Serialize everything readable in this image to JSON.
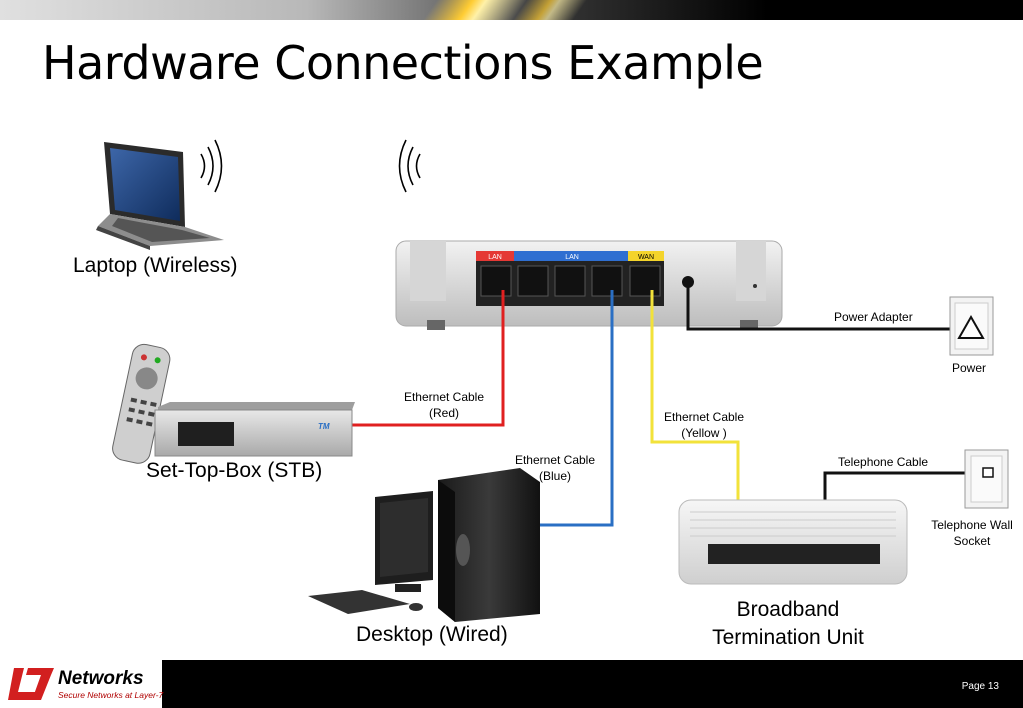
{
  "slide": {
    "title": "Hardware Connections Example",
    "page_label": "Page 13"
  },
  "devices": {
    "laptop": "Laptop (Wireless)",
    "stb": "Set-Top-Box (STB)",
    "desktop": "Desktop (Wired)",
    "btu_line1": "Broadband",
    "btu_line2": "Termination Unit",
    "power": "Power",
    "socket_line1": "Telephone Wall",
    "socket_line2": "Socket"
  },
  "router_ports": {
    "lan_left": "LAN",
    "lan_right": "LAN",
    "wan": "WAN"
  },
  "stb_brand": "TM",
  "cables": {
    "red_line1": "Ethernet Cable",
    "red_line2": "(Red)",
    "blue_line1": "Ethernet Cable",
    "blue_line2": "(Blue)",
    "yellow_line1": "Ethernet Cable",
    "yellow_line2": "(Yellow )",
    "power": "Power Adapter",
    "telephone": "Telephone Cable"
  },
  "colors": {
    "red_cable": "#e02020",
    "blue_cable": "#2a6fc4",
    "yellow_cable": "#f2e23a",
    "black_cable": "#111111",
    "footer": "#000000",
    "logo_red": "#d21f1f"
  },
  "footer": {
    "brand": "Networks",
    "tagline": "Secure Networks at Layer-7"
  }
}
